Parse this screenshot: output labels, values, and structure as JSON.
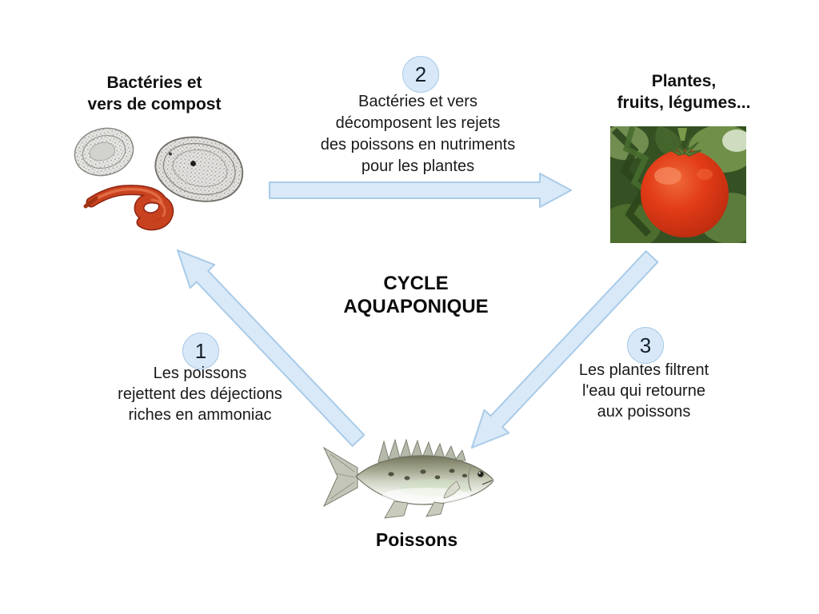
{
  "diagram": {
    "title": {
      "line1": "CYCLE",
      "line2": "AQUAPONIQUE"
    },
    "nodes": {
      "bacteria": {
        "label_line1": "Bactéries et",
        "label_line2": "vers de compost",
        "icon": "bacteria-and-compost-worm-illustration"
      },
      "plants": {
        "label_line1": "Plantes,",
        "label_line2": "fruits, légumes...",
        "icon": "tomato-plant-photo"
      },
      "fish": {
        "label": "Poissons",
        "icon": "fish-illustration"
      }
    },
    "steps": {
      "step1": {
        "number": "1",
        "line1": "Les poissons",
        "line2": "rejettent des déjections",
        "line3": "riches en ammoniac"
      },
      "step2": {
        "number": "2",
        "line1": "Bactéries et vers",
        "line2": "décomposent les rejets",
        "line3": "des poissons en nutriments",
        "line4": "pour les plantes"
      },
      "step3": {
        "number": "3",
        "line1": "Les plantes filtrent",
        "line2": "l'eau qui retourne",
        "line3": "aux poissons"
      }
    },
    "colors": {
      "arrow_fill": "#d9e9f8",
      "arrow_border": "#a9cbe8",
      "badge_fill": "#d9e8f8",
      "badge_border": "#a8cae8",
      "text": "#111111",
      "background": "#ffffff"
    }
  }
}
